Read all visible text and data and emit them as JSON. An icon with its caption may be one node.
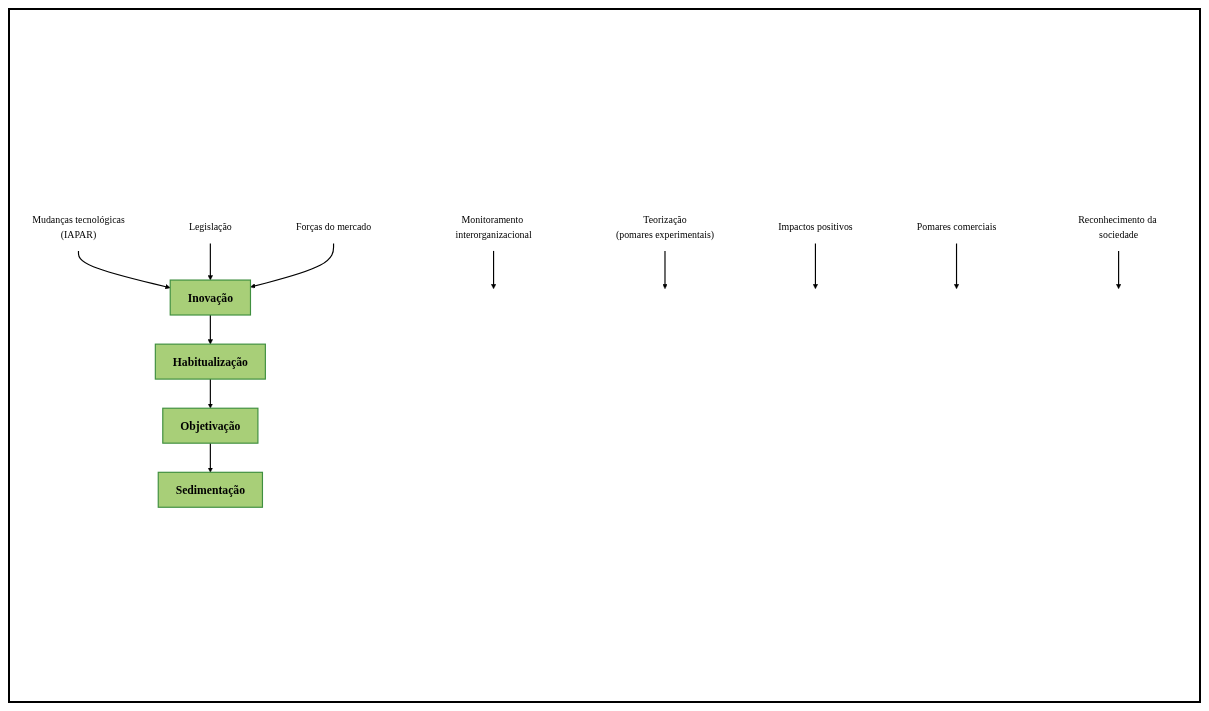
{
  "diagram": {
    "nodes": [
      {
        "text": [
          "Mudanças tecnológicas",
          "(IAPAR)"
        ]
      },
      {
        "text": [
          "Legislação"
        ]
      },
      {
        "text": [
          "Forças do mercado"
        ]
      },
      {
        "text": [
          "Inovação"
        ]
      },
      {
        "text": [
          "Habitualização"
        ]
      },
      {
        "text": [
          "Objetivação"
        ]
      },
      {
        "text": [
          "Sedimentação"
        ]
      },
      {
        "text": [
          "Monitoramento interorganizacional"
        ]
      },
      {
        "text": [
          "Teorização",
          "(pomares experimentais)"
        ]
      },
      {
        "text": [
          "Impactos positivos"
        ]
      },
      {
        "text": [
          "Pomares comerciais"
        ]
      },
      {
        "text": [
          "Reconhecimento da sociedade"
        ]
      }
    ],
    "edges": [
      {
        "from": 0,
        "to": 3,
        "arrow": "to"
      },
      {
        "from": 1,
        "to": 3,
        "arrow": "to"
      },
      {
        "from": 2,
        "to": 3,
        "arrow": "to"
      },
      {
        "from": 3,
        "to": 4,
        "arrow": "to"
      },
      {
        "from": 4,
        "to": 5,
        "arrow": "to"
      },
      {
        "from": 5,
        "to": 6,
        "arrow": "to"
      },
      {
        "from": 7,
        "to": null,
        "arrow": "to"
      },
      {
        "from": 8,
        "to": null,
        "arrow": "to"
      },
      {
        "from": 9,
        "to": null,
        "arrow": "to"
      },
      {
        "from": 10,
        "to": null,
        "arrow": "to"
      },
      {
        "from": 11,
        "to": null,
        "arrow": "to"
      }
    ]
  }
}
